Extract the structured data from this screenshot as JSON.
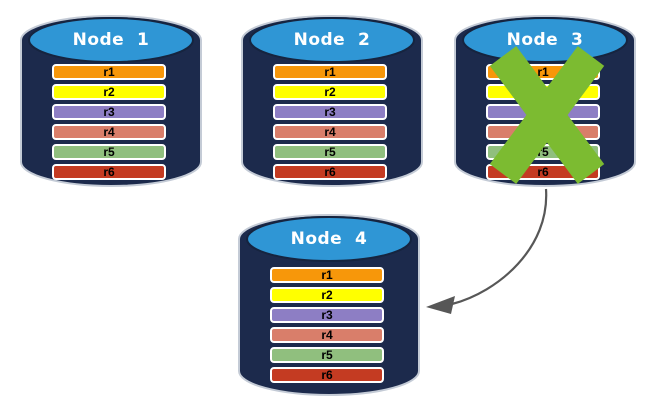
{
  "colors": {
    "background": "#FFFFFF",
    "cylinder_body": "#1C2A4C",
    "cylinder_top": "#2F96D5",
    "cylinder_outline": "#C4CBD6",
    "ellipse_ring": "#16243F",
    "title_text": "#FFFFFF",
    "row_border": "#FFFFFF",
    "row_text": "#000000",
    "failure_cross": "#7CBB31",
    "arrow": "#575757"
  },
  "nodes": [
    {
      "id": "node-1",
      "title": "Node  1",
      "failed": false,
      "rows": [
        {
          "label": "r1",
          "color": "#F7970A"
        },
        {
          "label": "r2",
          "color": "#FFFF00"
        },
        {
          "label": "r3",
          "color": "#8D7EC4"
        },
        {
          "label": "r4",
          "color": "#D97E6A"
        },
        {
          "label": "r5",
          "color": "#90BF7E"
        },
        {
          "label": "r6",
          "color": "#C43B22"
        }
      ]
    },
    {
      "id": "node-2",
      "title": "Node  2",
      "failed": false,
      "rows": [
        {
          "label": "r1",
          "color": "#F7970A"
        },
        {
          "label": "r2",
          "color": "#FFFF00"
        },
        {
          "label": "r3",
          "color": "#8D7EC4"
        },
        {
          "label": "r4",
          "color": "#D97E6A"
        },
        {
          "label": "r5",
          "color": "#90BF7E"
        },
        {
          "label": "r6",
          "color": "#C43B22"
        }
      ]
    },
    {
      "id": "node-3",
      "title": "Node  3",
      "failed": true,
      "rows": [
        {
          "label": "r1",
          "color": "#F7970A"
        },
        {
          "label": "r2",
          "color": "#FFFF00"
        },
        {
          "label": "r3",
          "color": "#8D7EC4"
        },
        {
          "label": "r4",
          "color": "#D97E6A"
        },
        {
          "label": "r5",
          "color": "#90BF7E"
        },
        {
          "label": "r6",
          "color": "#C43B22"
        }
      ]
    },
    {
      "id": "node-4",
      "title": "Node  4",
      "failed": false,
      "rows": [
        {
          "label": "r1",
          "color": "#F7970A"
        },
        {
          "label": "r2",
          "color": "#FFFF00"
        },
        {
          "label": "r3",
          "color": "#8D7EC4"
        },
        {
          "label": "r4",
          "color": "#D97E6A"
        },
        {
          "label": "r5",
          "color": "#90BF7E"
        },
        {
          "label": "r6",
          "color": "#C43B22"
        }
      ]
    }
  ],
  "arrow": {
    "from": "node-3",
    "to": "node-4"
  }
}
